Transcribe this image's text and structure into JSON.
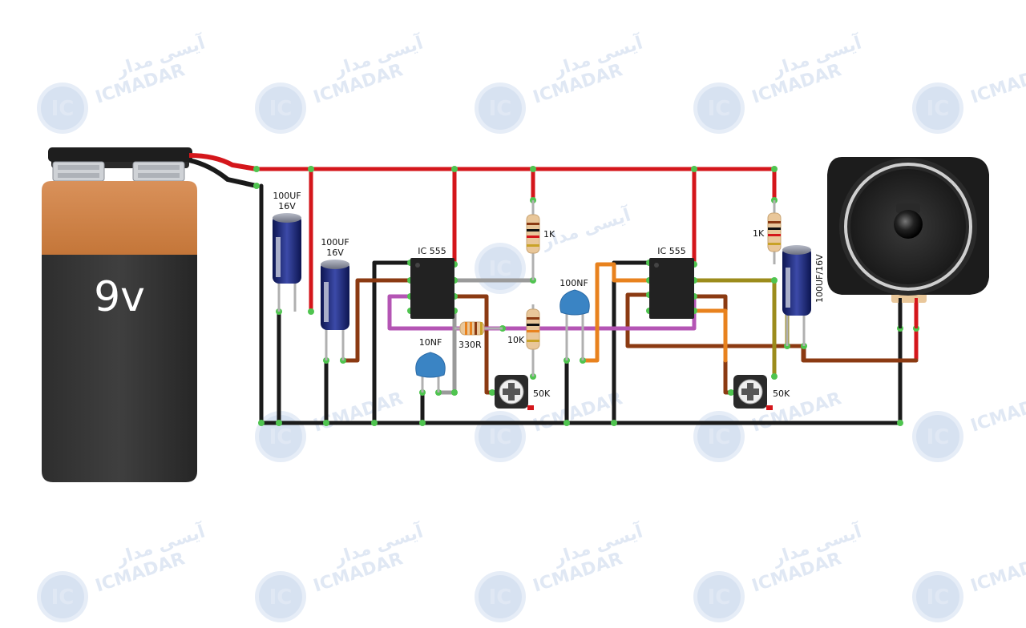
{
  "battery": {
    "label": "9v"
  },
  "watermark": {
    "brand": "ICMADAR",
    "brand_fa": "آیسی مدار",
    "logo": "IC"
  },
  "components": {
    "cap1": {
      "value": "100UF",
      "voltage": "16V"
    },
    "cap2": {
      "value": "100UF",
      "voltage": "16V"
    },
    "ic1": {
      "label": "IC 555"
    },
    "ic2": {
      "label": "IC 555"
    },
    "r1": {
      "label": "1K"
    },
    "r2": {
      "label": "10K"
    },
    "r3": {
      "label": "330R"
    },
    "r4": {
      "label": "1K"
    },
    "c10n": {
      "label": "10NF"
    },
    "c100n": {
      "label": "100NF"
    },
    "pot1": {
      "label": "50K"
    },
    "pot2": {
      "label": "50K"
    },
    "cap3": {
      "label": "100UF/16V"
    }
  },
  "colors": {
    "red": "#d4161b",
    "black": "#1a1a1a",
    "brown": "#8b3a12",
    "purple": "#b455b4",
    "gray": "#9a9a9a",
    "orange": "#e8821e",
    "olive": "#9c8c1c",
    "green": "#4fc44f",
    "watermark": "#dde6f3"
  }
}
